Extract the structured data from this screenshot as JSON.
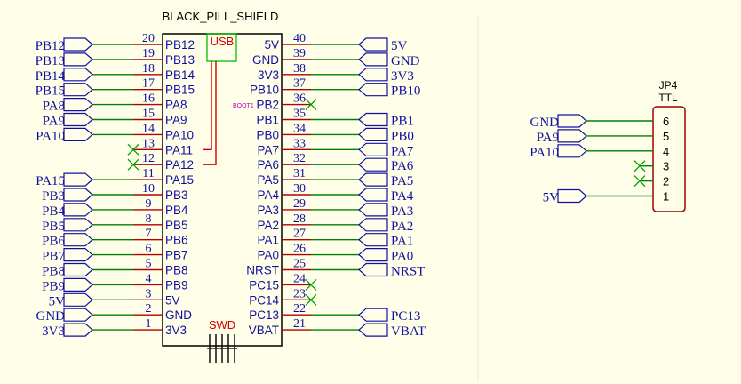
{
  "title": "BLACK_PILL_SHIELD",
  "usb_label": "USB",
  "swd_label": "SWD",
  "boot_label": "BOOT1",
  "colors": {
    "background": "#fffee8",
    "body_outline": "#000000",
    "pin_wire": "#b00000",
    "net_wire": "#008000",
    "text_blue": "#1010a0",
    "usb_red": "#d00000",
    "usb_box": "#00c000",
    "noconnect": "#00a000",
    "boot_magenta": "#c000c0",
    "divider": "#e8e4c0"
  },
  "left_pins": [
    {
      "num": "20",
      "name": "PB12",
      "net": "PB12"
    },
    {
      "num": "19",
      "name": "PB13",
      "net": "PB13"
    },
    {
      "num": "18",
      "name": "PB14",
      "net": "PB14"
    },
    {
      "num": "17",
      "name": "PB15",
      "net": "PB15"
    },
    {
      "num": "16",
      "name": "PA8",
      "net": "PA8"
    },
    {
      "num": "15",
      "name": "PA9",
      "net": "PA9"
    },
    {
      "num": "14",
      "name": "PA10",
      "net": "PA10"
    },
    {
      "num": "13",
      "name": "PA11",
      "net": "",
      "nc": true
    },
    {
      "num": "12",
      "name": "PA12",
      "net": "",
      "nc": true
    },
    {
      "num": "11",
      "name": "PA15",
      "net": "PA15"
    },
    {
      "num": "10",
      "name": "PB3",
      "net": "PB3"
    },
    {
      "num": "9",
      "name": "PB4",
      "net": "PB4"
    },
    {
      "num": "8",
      "name": "PB5",
      "net": "PB5"
    },
    {
      "num": "7",
      "name": "PB6",
      "net": "PB6"
    },
    {
      "num": "6",
      "name": "PB7",
      "net": "PB7"
    },
    {
      "num": "5",
      "name": "PB8",
      "net": "PB8"
    },
    {
      "num": "4",
      "name": "PB9",
      "net": "PB9"
    },
    {
      "num": "3",
      "name": "5V",
      "net": "5V"
    },
    {
      "num": "2",
      "name": "GND",
      "net": "GND"
    },
    {
      "num": "1",
      "name": "3V3",
      "net": "3V3"
    }
  ],
  "right_pins": [
    {
      "num": "40",
      "name": "5V",
      "net": "5V"
    },
    {
      "num": "39",
      "name": "GND",
      "net": "GND"
    },
    {
      "num": "38",
      "name": "3V3",
      "net": "3V3"
    },
    {
      "num": "37",
      "name": "PB10",
      "net": "PB10"
    },
    {
      "num": "36",
      "name": "PB2",
      "net": "",
      "nc": true
    },
    {
      "num": "35",
      "name": "PB1",
      "net": "PB1"
    },
    {
      "num": "34",
      "name": "PB0",
      "net": "PB0"
    },
    {
      "num": "33",
      "name": "PA7",
      "net": "PA7"
    },
    {
      "num": "32",
      "name": "PA6",
      "net": "PA6"
    },
    {
      "num": "31",
      "name": "PA5",
      "net": "PA5"
    },
    {
      "num": "30",
      "name": "PA4",
      "net": "PA4"
    },
    {
      "num": "29",
      "name": "PA3",
      "net": "PA3"
    },
    {
      "num": "28",
      "name": "PA2",
      "net": "PA2"
    },
    {
      "num": "27",
      "name": "PA1",
      "net": "PA1"
    },
    {
      "num": "26",
      "name": "PA0",
      "net": "PA0"
    },
    {
      "num": "25",
      "name": "NRST",
      "net": "NRST"
    },
    {
      "num": "24",
      "name": "PC15",
      "net": "",
      "nc": true
    },
    {
      "num": "23",
      "name": "PC14",
      "net": "",
      "nc": true
    },
    {
      "num": "22",
      "name": "PC13",
      "net": "PC13"
    },
    {
      "num": "21",
      "name": "VBAT",
      "net": "VBAT"
    }
  ],
  "jp4": {
    "ref": "JP4",
    "value": "TTL",
    "pins": [
      {
        "num": "6",
        "net": "GND"
      },
      {
        "num": "5",
        "net": "PA9"
      },
      {
        "num": "4",
        "net": "PA10"
      },
      {
        "num": "3",
        "net": "",
        "nc": true
      },
      {
        "num": "2",
        "net": "",
        "nc": true
      },
      {
        "num": "1",
        "net": "5V"
      }
    ]
  }
}
